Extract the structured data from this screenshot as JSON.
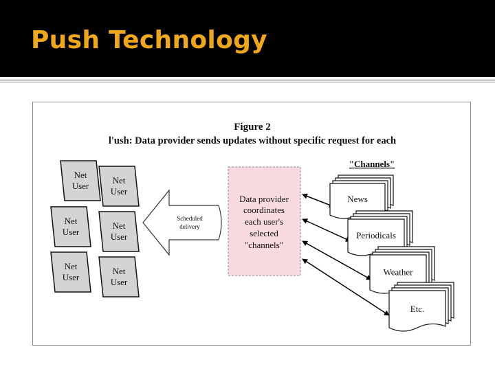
{
  "slide": {
    "title": "Push Technology"
  },
  "figure": {
    "heading": "Figure 2",
    "caption": "l'ush: Data provider sends updates without specific request for each",
    "channels_header": "\"Channels\"",
    "provider_lines": [
      "Data provider",
      "coordinates",
      "each user's",
      "selected",
      "\"channels\""
    ],
    "delivery_lines": [
      "Scheduled",
      "delivery"
    ],
    "users": [
      {
        "line1": "Net",
        "line2": "User"
      },
      {
        "line1": "Net",
        "line2": "User"
      },
      {
        "line1": "Net",
        "line2": "User"
      },
      {
        "line1": "Net",
        "line2": "User"
      },
      {
        "line1": "Net",
        "line2": "User"
      },
      {
        "line1": "Net",
        "line2": "User"
      }
    ],
    "channels": [
      "News",
      "Periodicals",
      "Weather",
      "Etc."
    ],
    "colors": {
      "provider_box": "#f7d9df",
      "user_box": "#d4d4d4",
      "title": "#f0a81a"
    }
  }
}
